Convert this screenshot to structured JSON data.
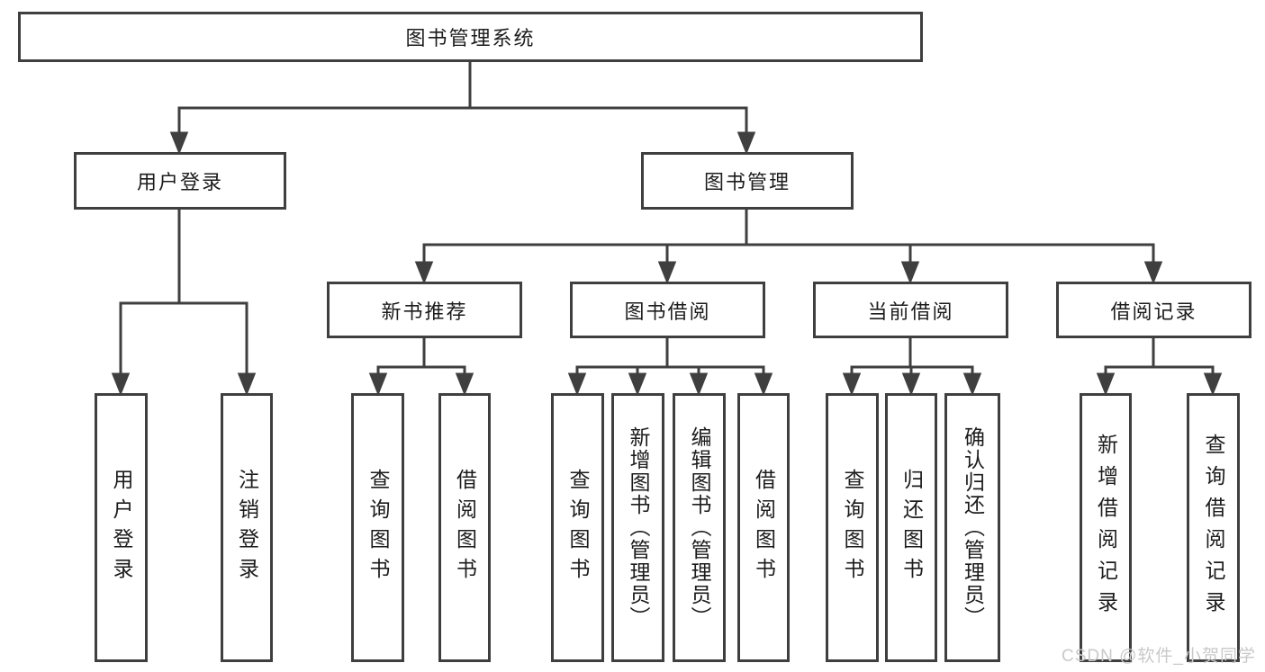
{
  "tree": {
    "label": "图书管理系统",
    "children": [
      {
        "label": "用户登录",
        "children": [
          {
            "label": "用户登录"
          },
          {
            "label": "注销登录"
          }
        ]
      },
      {
        "label": "图书管理",
        "children": [
          {
            "label": "新书推荐",
            "children": [
              {
                "label": "查询图书"
              },
              {
                "label": "借阅图书"
              }
            ]
          },
          {
            "label": "图书借阅",
            "children": [
              {
                "label": "查询图书"
              },
              {
                "label": "新增图书（管理员）"
              },
              {
                "label": "编辑图书（管理员）"
              },
              {
                "label": "借阅图书"
              }
            ]
          },
          {
            "label": "当前借阅",
            "children": [
              {
                "label": "查询图书"
              },
              {
                "label": "归还图书"
              },
              {
                "label": "确认归还（管理员）"
              }
            ]
          },
          {
            "label": "借阅记录",
            "children": [
              {
                "label": "新增借阅记录"
              },
              {
                "label": "查询借阅记录"
              }
            ]
          }
        ]
      }
    ]
  },
  "watermark": {
    "text": "CSDN @软件_小贺同学"
  },
  "colors": {
    "line": "#3f3f3f",
    "text": "#1c1c1c",
    "watermark": "#c9c9c9",
    "background": "#ffffff"
  }
}
